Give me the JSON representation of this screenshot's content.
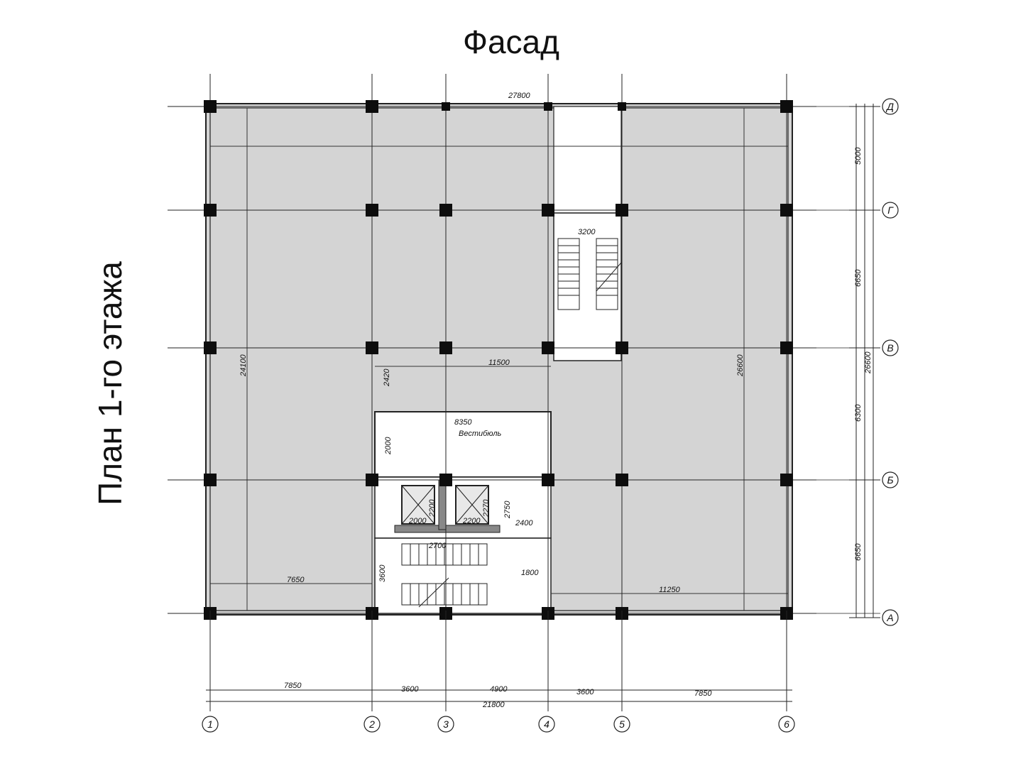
{
  "titles": {
    "facade": "Фасад",
    "plan": "План 1-го этажа"
  },
  "room_label": "Вестибюль",
  "axes": {
    "vertical": [
      "1",
      "2",
      "3",
      "4",
      "5",
      "6"
    ],
    "horizontal": [
      "Д",
      "Г",
      "В",
      "Б",
      "А"
    ]
  },
  "dimensions": {
    "bottom_row1": [
      "7850",
      "3600",
      "4900",
      "3600",
      "7850"
    ],
    "bottom_total": "21800",
    "right_row": [
      "5000",
      "6650",
      "6300",
      "6650"
    ],
    "right_total": "26600",
    "top": "27800",
    "left_inner": "24100",
    "right_inner": "26600",
    "stair_top": "3200",
    "corridor": "11500",
    "vestibule_width": "8350",
    "vestibule_depth": "2000",
    "gap": "2420",
    "lift1_w": "2000",
    "lift1_h": "2200",
    "lift2_w": "2200",
    "lift2_h": "2270",
    "lift_hall": "2750",
    "lift_hall_w": "2400",
    "stair2": "2700",
    "stair2_side": "3600",
    "exit_w": "1800",
    "bottom_left": "7650",
    "bottom_right": "11250"
  },
  "colors": {
    "fill": "#d4d4d4",
    "line": "#222222",
    "column": "#0d0d0d"
  }
}
